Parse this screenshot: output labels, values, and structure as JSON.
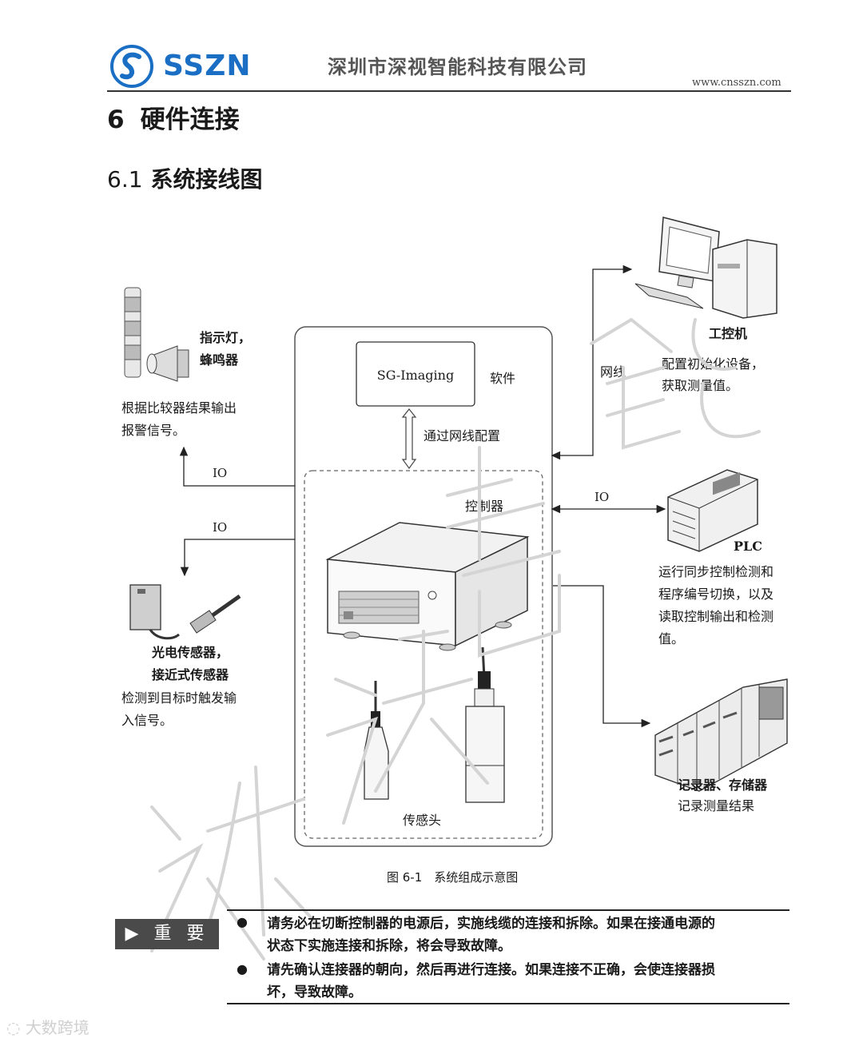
{
  "header": {
    "logo_text": "SSZN",
    "company": "深圳市深视智能科技有限公司",
    "website": "www.cnsszn.com"
  },
  "section": {
    "number": "6",
    "title": "硬件连接",
    "subsection_number": "6.1",
    "subsection_title": "系统接线图"
  },
  "diagram": {
    "software_box": "SG-Imaging",
    "software_label": "软件",
    "network_config": "通过网线配置",
    "controller_label": "控制器",
    "sensor_head_label": "传感头",
    "indicator_title_1": "指示灯，",
    "indicator_title_2": "蜂鸣器",
    "indicator_desc_1": "根据比较器结果输出",
    "indicator_desc_2": "报警信号。",
    "io_top": "IO",
    "io_mid": "IO",
    "io_plc": "IO",
    "sensor_title_1": "光电传感器，",
    "sensor_title_2": "接近式传感器",
    "sensor_desc_1": "检测到目标时触发输",
    "sensor_desc_2": "入信号。",
    "pc_title": "工控机",
    "net_cable": "网线",
    "pc_desc_1": "配置初始化设备，",
    "pc_desc_2": "获取测量值。",
    "plc_title": "PLC",
    "plc_desc_1": "运行同步控制检测和",
    "plc_desc_2": "程序编号切换，以及",
    "plc_desc_3": "读取控制输出和检测",
    "plc_desc_4": "值。",
    "recorder_title": "记录器、存储器",
    "recorder_desc": "记录测量结果",
    "figure_caption": "图 6-1　系统组成示意图"
  },
  "notice": {
    "label": "▶ 重 要",
    "bullet_1_line_1": "请务必在切断控制器的电源后，实施线缆的连接和拆除。如果在接通电源的",
    "bullet_1_line_2": "状态下实施连接和拆除，将会导致故障。",
    "bullet_2_line_1": "请先确认连接器的朝向，然后再进行连接。如果连接不正确，会使连接器损",
    "bullet_2_line_2": "坏，导致故障。"
  },
  "footer": {
    "source_mark": "大数跨境"
  },
  "colors": {
    "logo_blue": "#1a6fc4",
    "text": "#1a1a1a",
    "line": "#333333",
    "watermark": "#d9d9d9"
  }
}
